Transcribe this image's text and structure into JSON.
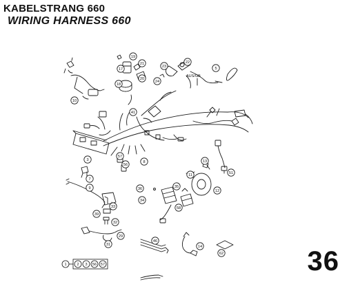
{
  "header": {
    "title_de": "KABELSTRANG 660",
    "title_en": "WIRING HARNESS 660"
  },
  "page_number": "36",
  "diagram": {
    "region_label": "AUS/GB",
    "callouts": [
      "10",
      "17",
      "18",
      "19",
      "20",
      "21",
      "22",
      "23",
      "24",
      "5",
      "41",
      "3",
      "7",
      "57",
      "56",
      "8",
      "9",
      "11",
      "12",
      "13",
      "51",
      "36",
      "35",
      "34",
      "58",
      "39",
      "33",
      "32",
      "31",
      "29",
      "46",
      "14",
      "62"
    ],
    "legend_row": [
      "1",
      "2",
      "3",
      "56",
      "57"
    ]
  },
  "colors": {
    "ink": "#111111",
    "line": "#1a1a1a"
  }
}
